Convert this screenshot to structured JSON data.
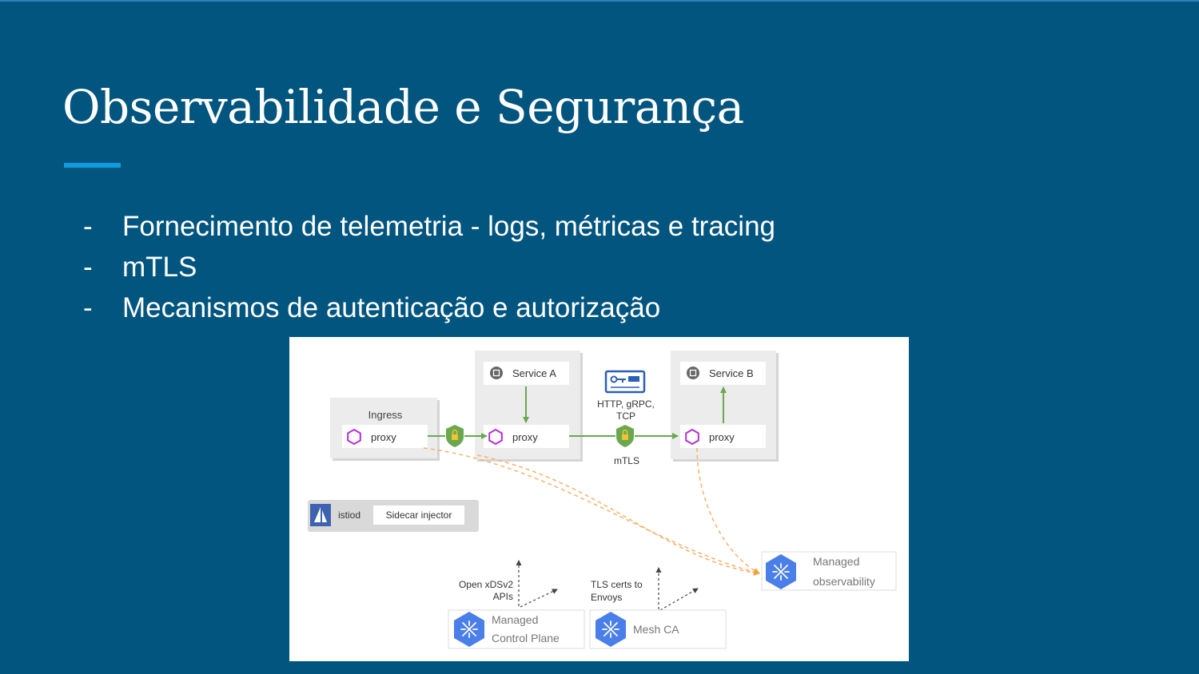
{
  "slide": {
    "title": "Observabilidade e Segurança",
    "bullets": [
      {
        "marker": "-",
        "text": "Fornecimento de telemetria - logs, métricas e tracing"
      },
      {
        "marker": "-",
        "text": "mTLS"
      },
      {
        "marker": "-",
        "text": "Mecanismos de autenticação e autorização"
      }
    ]
  },
  "diagram": {
    "service_a": "Service A",
    "service_b": "Service B",
    "ingress": "Ingress",
    "proxy": "proxy",
    "protocols_line1": "HTTP, gRPC,",
    "protocols_line2": "TCP",
    "mtls": "mTLS",
    "istiod": "istiod",
    "sidecar_injector": "Sidecar injector",
    "managed_obs_line1": "Managed",
    "managed_obs_line2": "observability",
    "xds_line1": "Open xDSv2",
    "xds_line2": "APIs",
    "tls_line1": "TLS certs to",
    "tls_line2": "Envoys",
    "control_plane_line1": "Managed",
    "control_plane_line2": "Control Plane",
    "mesh_ca": "Mesh CA"
  },
  "colors": {
    "background": "#01557f",
    "accent": "#119bde",
    "arrow_green": "#6aa84f",
    "dashed_orange": "#f6b26b",
    "proxy_magenta": "#b42fd8",
    "gcp_blue": "#4a7ee8",
    "key_blue": "#2b5fb5"
  }
}
